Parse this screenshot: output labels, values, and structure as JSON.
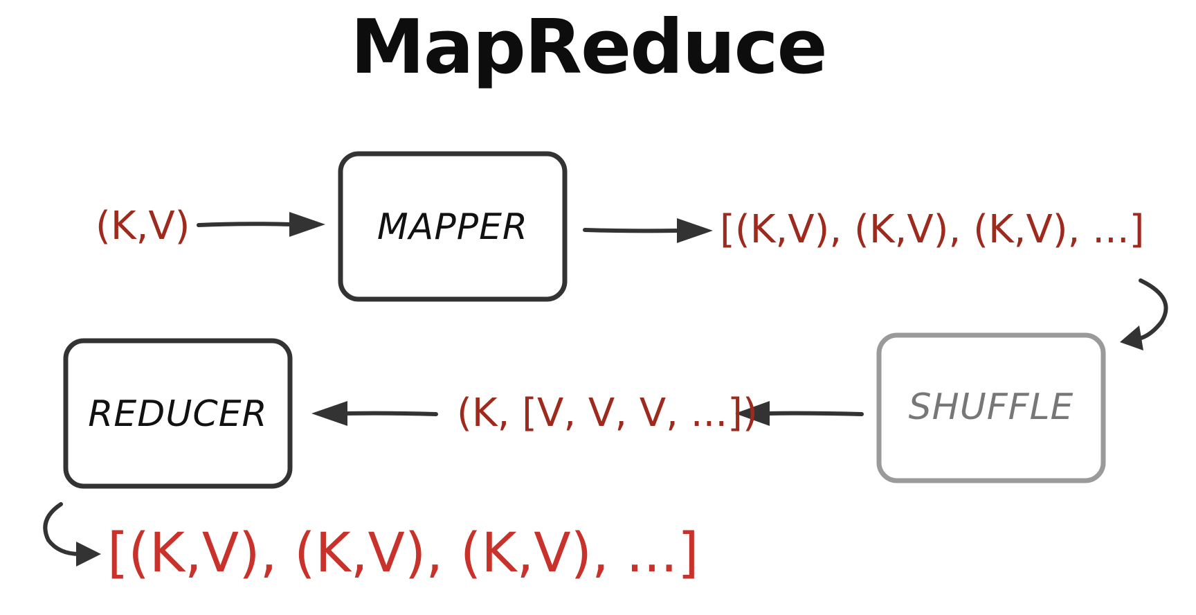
{
  "title": "MapReduce",
  "colors": {
    "dark": "#333333",
    "shuffle": "#9a9a9a",
    "red": "#9e2a1d",
    "bright_red": "#c8322a"
  },
  "nodes": {
    "mapper": {
      "label": "MAPPER"
    },
    "shuffle": {
      "label": "SHUFFLE"
    },
    "reducer": {
      "label": "REDUCER"
    }
  },
  "labels": {
    "input": "(K,V)",
    "mapper_output": "[(K,V), (K,V), (K,V), ...]",
    "grouped": "(K, [V, V, V, ...])",
    "final_output": "[(K,V), (K,V), (K,V), ...]"
  }
}
